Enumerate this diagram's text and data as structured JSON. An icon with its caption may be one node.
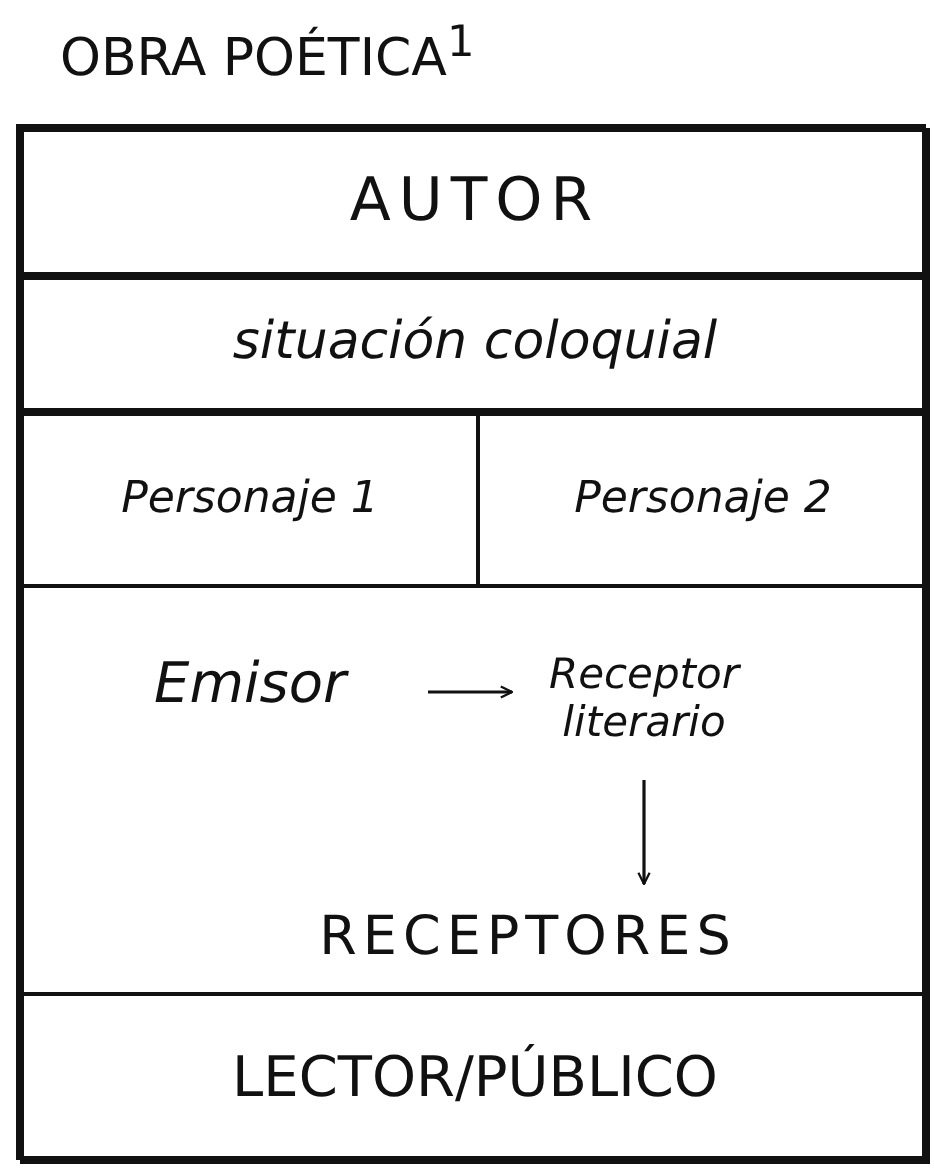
{
  "diagram": {
    "nodes": [
      {
        "text": [
          "OBRA POÉTICA$^{1}$"
        ]
      },
      {
        "text": [
          "AUTOR"
        ],
        "in": 0
      },
      {
        "text": [
          "situación coloquial"
        ],
        "in": 0
      },
      {
        "text": [
          "Personaje 1"
        ],
        "in": 0
      },
      {
        "text": [
          "Personaje 2"
        ],
        "in": 0
      },
      {
        "text": [],
        "shape": "box",
        "in": 0
      },
      {
        "text": [
          "Emisor"
        ],
        "in": 5
      },
      {
        "text": [
          "Receptor literario"
        ],
        "in": 5
      },
      {
        "text": [
          "RECEPTORES"
        ],
        "in": 5
      },
      {
        "text": [
          "LECTOR/PÚBLICO"
        ],
        "in": 0
      }
    ],
    "edges": [
      {
        "from": 6,
        "to": 7,
        "arrow": "to"
      },
      {
        "from": 7,
        "to": 8,
        "arrow": "to"
      }
    ]
  }
}
